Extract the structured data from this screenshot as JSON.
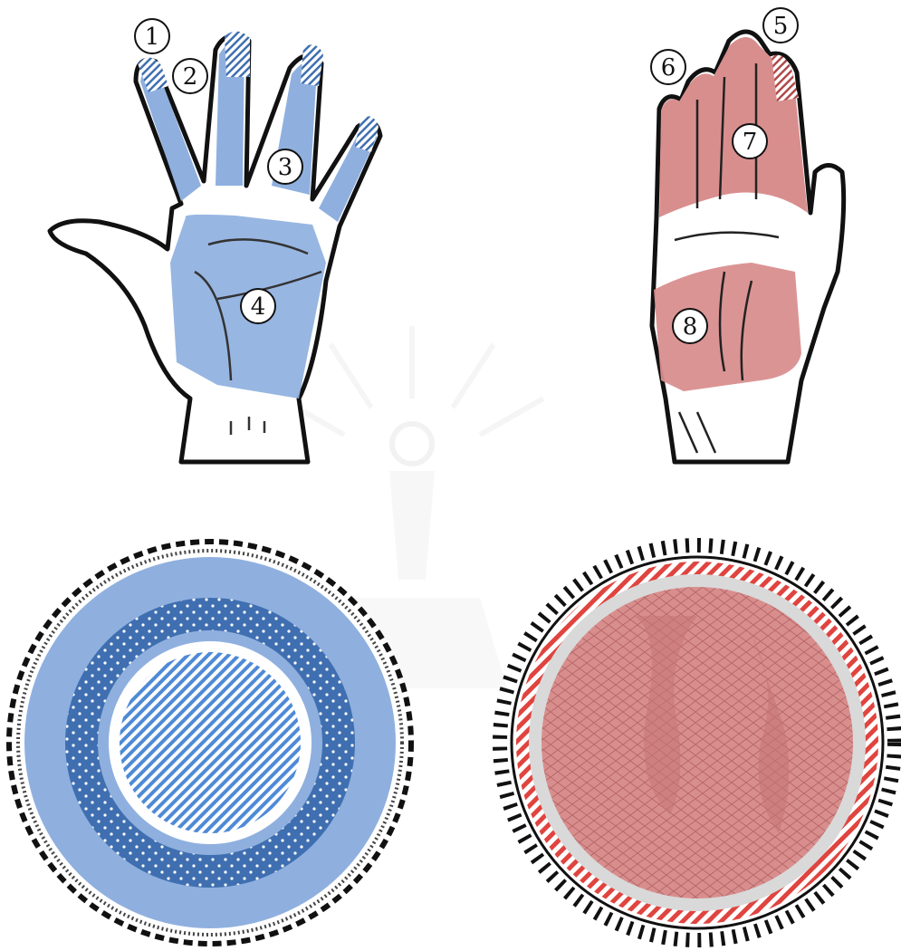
{
  "figure": {
    "colors": {
      "blue_zone": "#8fb0df",
      "blue_dark": "#3f6fb0",
      "blue_stripe": "#4e8ad6",
      "red_zone": "#d98e8e",
      "red_dark": "#c96a6a",
      "red_stripe": "#e0443f",
      "outline": "#111111",
      "watermark": "#eeeeee"
    },
    "left_hand": {
      "markers": [
        {
          "label": "1"
        },
        {
          "label": "2"
        },
        {
          "label": "3"
        },
        {
          "label": "4"
        }
      ]
    },
    "right_hand": {
      "markers": [
        {
          "label": "5"
        },
        {
          "label": "6"
        },
        {
          "label": "7"
        },
        {
          "label": "8"
        }
      ]
    },
    "drum_heads": [
      {
        "name": "blue-drum-head",
        "rings": [
          "outer-rim",
          "plain-band",
          "dotted-band",
          "white-ring",
          "striped-center"
        ]
      },
      {
        "name": "red-drum-head",
        "rings": [
          "laced-rim",
          "striped-band",
          "snakeskin-center"
        ]
      }
    ]
  }
}
